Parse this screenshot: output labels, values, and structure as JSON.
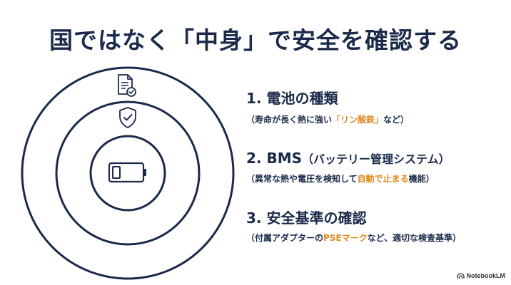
{
  "title": "国ではなく「中身」で安全を確認する",
  "items": [
    {
      "number": "1.",
      "heading": "電池の種類",
      "detail_pre": "（寿命が長く熱に強い",
      "detail_accent": "「リン酸鉄」",
      "detail_post": "など）"
    },
    {
      "number": "2.",
      "heading": "BMS",
      "heading_sub": "（バッテリー管理システム）",
      "detail_pre": "（異常な熱や電圧を検知して",
      "detail_accent": "自動で止まる",
      "detail_post": "機能）"
    },
    {
      "number": "3.",
      "heading": "安全基準の確認",
      "detail_pre": "（付属アダプターの",
      "detail_accent": "PSEマーク",
      "detail_post": "など、適切な検査基準）"
    }
  ],
  "diagram_icons": [
    "document-check-icon",
    "shield-check-icon",
    "battery-icon"
  ],
  "watermark": "NotebookLM",
  "colors": {
    "navy": "#1b2a4a",
    "accent": "#e08a1e",
    "background": "#ffffff"
  }
}
